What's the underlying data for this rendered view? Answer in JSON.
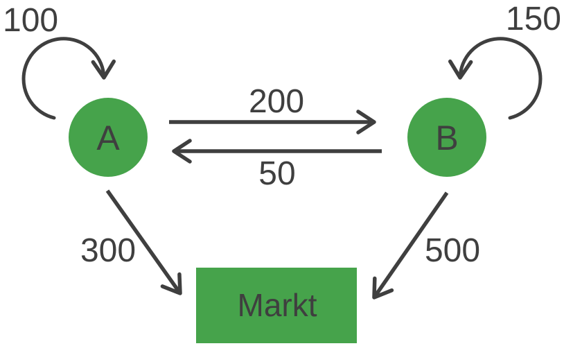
{
  "diagram": {
    "colors": {
      "node_fill": "#46A34B",
      "edge_stroke": "#3F3F3F",
      "text": "#3F3F3F",
      "background": "#FFFFFF"
    },
    "nodes": {
      "a": {
        "label": "A",
        "shape": "circle"
      },
      "b": {
        "label": "B",
        "shape": "circle"
      },
      "markt": {
        "label": "Markt",
        "shape": "rectangle"
      }
    },
    "edges": {
      "a_self_loop": {
        "from": "A",
        "to": "A",
        "label": "100"
      },
      "b_self_loop": {
        "from": "B",
        "to": "B",
        "label": "150"
      },
      "a_to_b": {
        "from": "A",
        "to": "B",
        "label": "200"
      },
      "b_to_a": {
        "from": "B",
        "to": "A",
        "label": "50"
      },
      "a_to_markt": {
        "from": "A",
        "to": "Markt",
        "label": "300"
      },
      "b_to_markt": {
        "from": "B",
        "to": "Markt",
        "label": "500"
      }
    }
  }
}
